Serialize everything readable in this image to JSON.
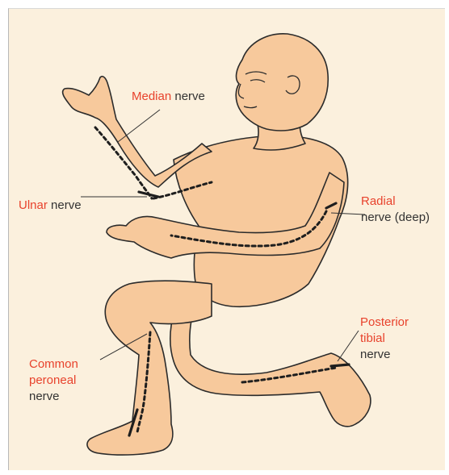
{
  "colors": {
    "accent": "#e8422c",
    "text": "#333333",
    "skin": "#f7c99c",
    "outline": "#2b2b2b",
    "background": "#fbf0dd"
  },
  "labels": {
    "median": {
      "highlight": "Median",
      "text": " nerve"
    },
    "ulnar": {
      "highlight": "Ulnar",
      "text": " nerve"
    },
    "radial": {
      "highlight": "Radial",
      "text": "nerve (deep)"
    },
    "posterior_tibial": {
      "highlight_1": "Posterior",
      "highlight_2": "tibial",
      "text": "nerve"
    },
    "common_peroneal": {
      "highlight_1": "Common",
      "highlight_2": "peroneal",
      "text": "nerve"
    }
  }
}
